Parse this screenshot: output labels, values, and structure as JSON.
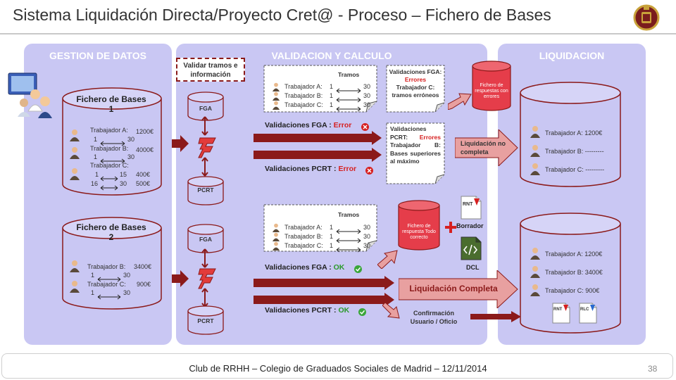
{
  "header": {
    "title": "Sistema Liquidación Directa/Proyecto Cret@  - Proceso – Fichero de Bases"
  },
  "footer": {
    "text": "Club de RRHH – Colegio de Graduados Sociales de Madrid – 12/11/2014",
    "page": "38"
  },
  "panels": {
    "gestion": "GESTION DE DATOS",
    "validacion": "VALIDACION Y CALCULO",
    "liquidacion": "LIQUIDACION"
  },
  "validar_box": "Validar tramos e información",
  "fichero1": {
    "title": "Fichero de Bases 1",
    "a_label": "Trabajador A:",
    "a_amount": "1200€",
    "a_from": "1",
    "a_to": "30",
    "b_label": "Trabajador B:",
    "b_amount": "4000€",
    "b_from": "1",
    "b_to": "30",
    "c_label": "Trabajador C:",
    "c1_from": "1",
    "c1_to": "15",
    "c2_from": "16",
    "c2_to": "30",
    "c1_amount": "400€",
    "c2_amount": "500€"
  },
  "fichero2": {
    "title": "Fichero de Bases 2",
    "b_label": "Trabajador B:",
    "b_amount": "3400€",
    "b_from": "1",
    "b_to": "30",
    "c_label": "Trabajador C:",
    "c_amount": "900€",
    "c_from": "1",
    "c_to": "30"
  },
  "db": {
    "fga": "FGA",
    "pcrt": "PCRT"
  },
  "tramos": {
    "title": "Tramos",
    "rows": [
      {
        "label": "Trabajador A:",
        "from": "1",
        "to": "30"
      },
      {
        "label": "Trabajador B:",
        "from": "1",
        "to": "30"
      },
      {
        "label": "Trabajador C:",
        "from": "1",
        "to": "30"
      }
    ]
  },
  "validaciones1": {
    "fga": "Validaciones  FGA : ",
    "fga_result": "Error",
    "pcrt": "Validaciones  PCRT : ",
    "pcrt_result": "Error"
  },
  "validaciones2": {
    "fga": "Validaciones  FGA : ",
    "fga_result": "OK",
    "pcrt": "Validaciones  PCRT : ",
    "pcrt_result": "OK"
  },
  "note_fga": {
    "line1": "Validaciones FGA: ",
    "err": "Errores",
    "line2": "Trabajador C: tramos erróneos"
  },
  "note_pcrt": {
    "line1": "Validaciones PCRT: ",
    "err": "Errores",
    "line2": "Trabajador B: Bases superiores al máximo"
  },
  "fichero_errores": "Fichero de respuestas con errores",
  "fichero_correcto": "Fichero de respuesta Todo correcto",
  "liq_no_completa": "Liquidación no completa",
  "liq_completa": "Liquidación Completa",
  "borrador": "Borrador",
  "dcl": "DCL",
  "confirmacion": "Confirmación Usuario / Oficio",
  "rnt_icon": "RNT",
  "rlc_icon": "RLC",
  "liq1": {
    "a": "Trabajador A:  1200€",
    "b": "Trabajador B:  ---------",
    "c": "Trabajador C:  ---------"
  },
  "liq2": {
    "a": "Trabajador A:  1200€",
    "b": "Trabajador B:  3400€",
    "c": "Trabajador C:   900€"
  },
  "colors": {
    "panel": "#c9c7f3",
    "cylinder": "#c9c7f3",
    "arrow": "#8b1a1a",
    "pink": "#e8a0a0",
    "red_cyl": "#e53d4a"
  }
}
